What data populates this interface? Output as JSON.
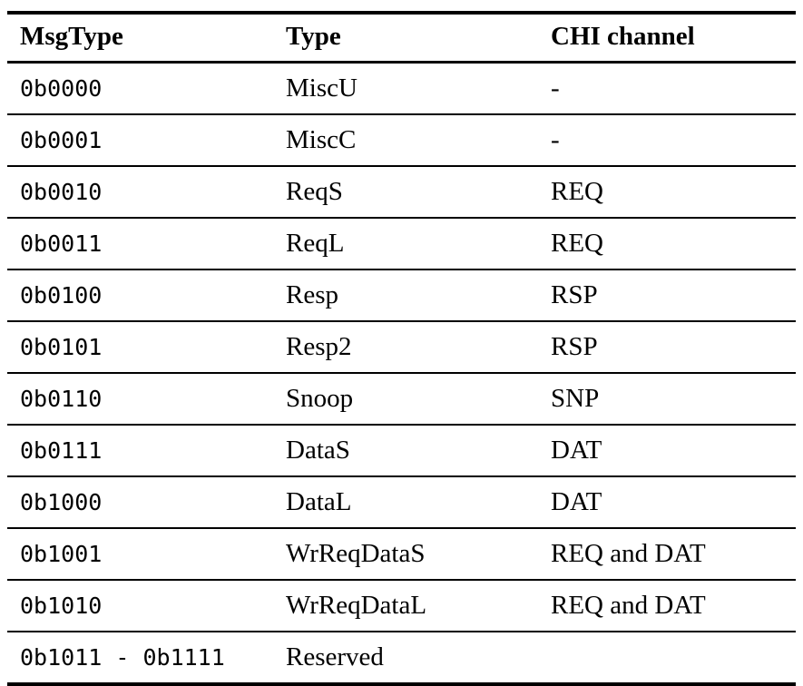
{
  "table": {
    "name": "msgtype-encoding-table",
    "columns": [
      {
        "key": "msgtype",
        "label": "MsgType"
      },
      {
        "key": "type",
        "label": "Type"
      },
      {
        "key": "chi",
        "label": "CHI channel"
      }
    ],
    "rows": [
      {
        "msgtype": "0b0000",
        "type": "MiscU",
        "chi": "-"
      },
      {
        "msgtype": "0b0001",
        "type": "MiscC",
        "chi": "-"
      },
      {
        "msgtype": "0b0010",
        "type": "ReqS",
        "chi": "REQ"
      },
      {
        "msgtype": "0b0011",
        "type": "ReqL",
        "chi": "REQ"
      },
      {
        "msgtype": "0b0100",
        "type": "Resp",
        "chi": "RSP"
      },
      {
        "msgtype": "0b0101",
        "type": "Resp2",
        "chi": "RSP"
      },
      {
        "msgtype": "0b0110",
        "type": "Snoop",
        "chi": "SNP"
      },
      {
        "msgtype": "0b0111",
        "type": "DataS",
        "chi": "DAT"
      },
      {
        "msgtype": "0b1000",
        "type": "DataL",
        "chi": "DAT"
      },
      {
        "msgtype": "0b1001",
        "type": "WrReqDataS",
        "chi": "REQ and DAT"
      },
      {
        "msgtype": "0b1010",
        "type": "WrReqDataL",
        "chi": "REQ and DAT"
      },
      {
        "msgtype": "0b1011 - 0b1111",
        "type": "Reserved",
        "chi": ""
      }
    ]
  },
  "style": {
    "text_color": "#000000",
    "background_color": "#ffffff",
    "rule_color": "#000000"
  }
}
